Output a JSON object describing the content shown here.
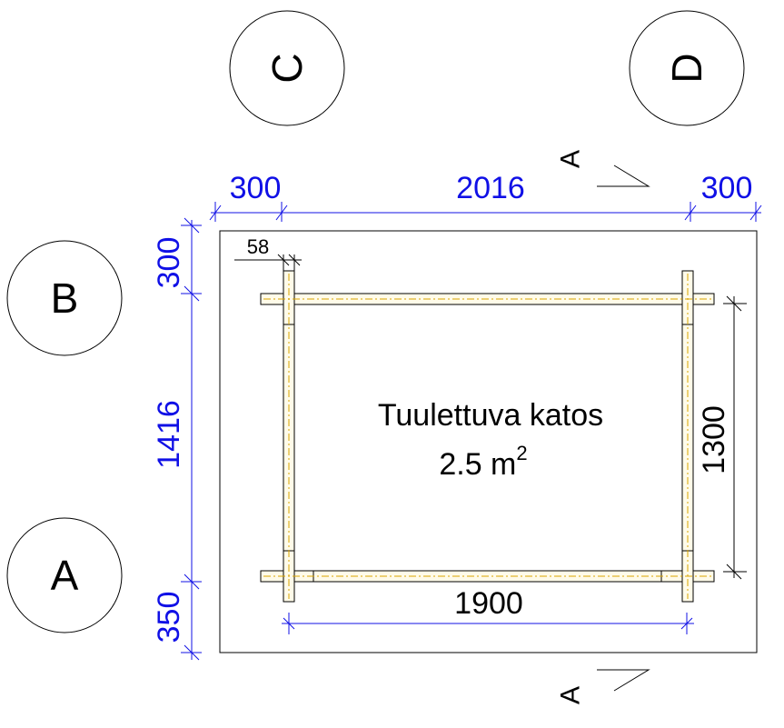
{
  "grid_markers": {
    "a": "A",
    "b": "B",
    "c": "C",
    "d": "D"
  },
  "section_marks": {
    "top": "A",
    "bottom": "A"
  },
  "room": {
    "name": "Tuulettuva katos",
    "area_value": "2.5 m",
    "area_superscript": "2"
  },
  "dimensions": {
    "top_left": "300",
    "top_middle": "2016",
    "top_right": "300",
    "left_top": "300",
    "left_middle": "1416",
    "left_bottom": "350",
    "beam_width": "58",
    "inner_height": "1300",
    "inner_width": "1900"
  },
  "colors": {
    "dimension": "#1010e6",
    "beam_fill": "#fffbe9",
    "centerline": "#d9a400"
  }
}
